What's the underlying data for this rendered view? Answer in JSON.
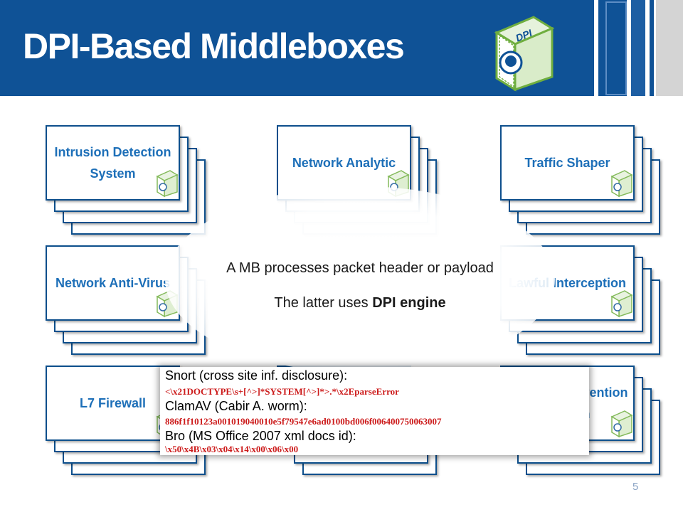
{
  "slide": {
    "title": "DPI-Based Middleboxes",
    "page_number": "5",
    "logo_text": "DPI"
  },
  "middleboxes": [
    {
      "label": "Intrusion Detection System"
    },
    {
      "label": "Network Analytic"
    },
    {
      "label": "Traffic Shaper"
    },
    {
      "label": "Network Anti-Virus"
    },
    {
      "label": "Lawful Interception"
    },
    {
      "label": "L7 Firewall"
    },
    {
      "label": ""
    },
    {
      "label": "Leakage Prevention System"
    }
  ],
  "cloud": {
    "line1": "A MB processes packet header or payload",
    "line2_prefix": "The latter uses ",
    "line2_bold": "DPI engine"
  },
  "signatures": [
    {
      "name": "Snort (cross site inf. disclosure):",
      "pattern": "<\\x21DOCTYPE\\s+[^>]*SYSTEM[^>]*>.*\\x2EparseError"
    },
    {
      "name": "ClamAV (Cabir A. worm):",
      "pattern": "886f1f10123a001019040010e5f79547e6ad0100bd006f006400750063007"
    },
    {
      "name": "Bro (MS Office 2007 xml docs id):",
      "pattern": "\\x50\\x4B\\x03\\x04\\x14\\x00\\x06\\x00"
    }
  ],
  "colors": {
    "header_blue": "#0f5296",
    "card_text": "#1d6fb8",
    "card_border": "#0d4f8c",
    "signature_code": "#cc1a1a",
    "logo_green": "#6fae3f"
  }
}
